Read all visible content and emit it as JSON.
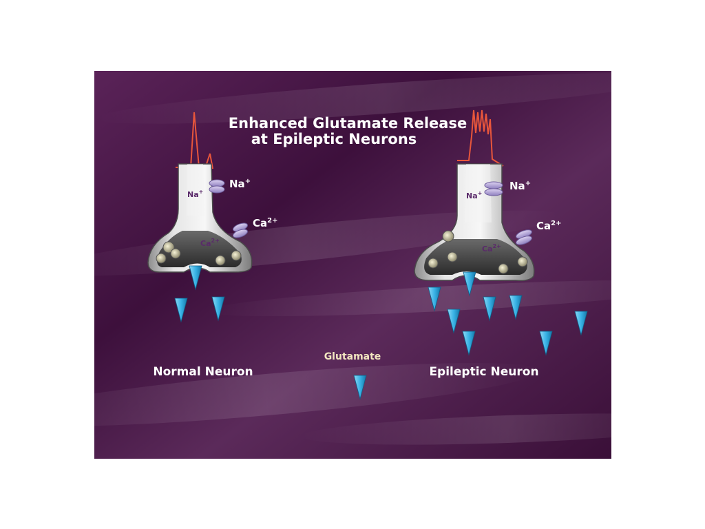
{
  "title_line1": "Enhanced Glutamate Release",
  "title_line2": "at Epileptic Neurons",
  "labels": {
    "normal": "Normal Neuron",
    "epileptic": "Epileptic Neuron",
    "glutamate": "Glutamate"
  },
  "ions": {
    "na_out": "Na",
    "na_in": "Na",
    "ca_out": "Ca",
    "ca_in": "Ca",
    "plus": "+",
    "two_plus": "2+"
  },
  "colors": {
    "background_dark": "#3a0f3a",
    "background_light": "#6e3a6e",
    "title": "#ffffff",
    "label": "#ffffff",
    "glutamate_label": "#f2e6c0",
    "glutamate": "#39b3e6",
    "spike": "#e8563b",
    "terminal": "#c9c9c9",
    "channel": "#b7a9d9",
    "vesicle": "#e4dcae"
  },
  "icons": {
    "glutamate": "triangle-down",
    "ion_channel": "ellipse-pair",
    "vesicle": "circle"
  }
}
